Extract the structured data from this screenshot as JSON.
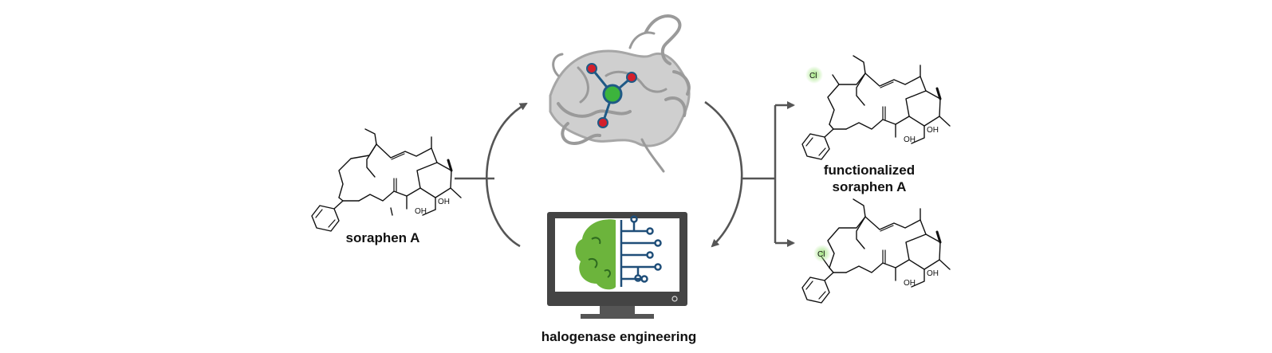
{
  "labels": {
    "start": "soraphen A",
    "product_line1": "functionalized",
    "product_line2": "soraphen A",
    "engineering": "halogenase engineering"
  },
  "atoms": {
    "oh": "OH",
    "cl": "Cl"
  },
  "colors": {
    "arrow": "#555555",
    "protein": "#a6a6a6",
    "metal": "#3cb43c",
    "ligand": "#d4202c",
    "bond": "#1f5a86",
    "brain": "#6cb43c",
    "circuit": "#1f4e79",
    "monitor": "#444444",
    "halo": "#9de37a"
  }
}
